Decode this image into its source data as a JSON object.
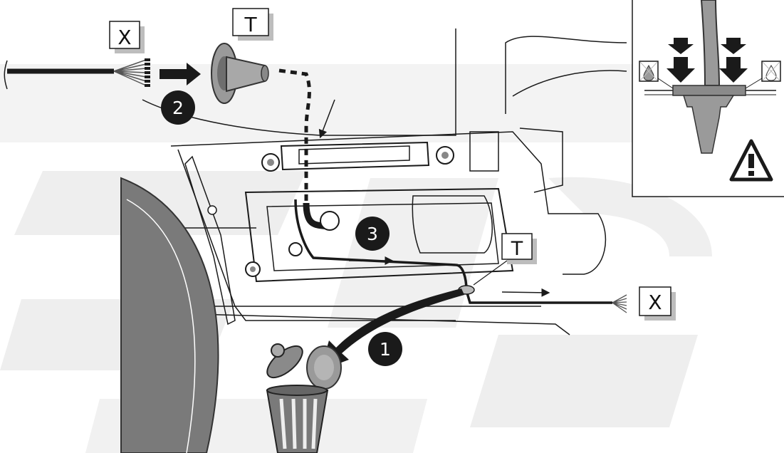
{
  "labels": {
    "wire_label": "X",
    "grommet_label": "T"
  },
  "steps": [
    "1",
    "2",
    "3"
  ],
  "icons": {
    "warning": "warning-triangle-icon",
    "trash": "trash-bin-icon",
    "drop": "water-drop-crossed-icon"
  },
  "colors": {
    "watermark": "#eeeeee",
    "line": "#1a1a1a",
    "badge": "#1a1a1a",
    "tire": "#7a7a7a",
    "grommet": "#9a9a9a"
  }
}
